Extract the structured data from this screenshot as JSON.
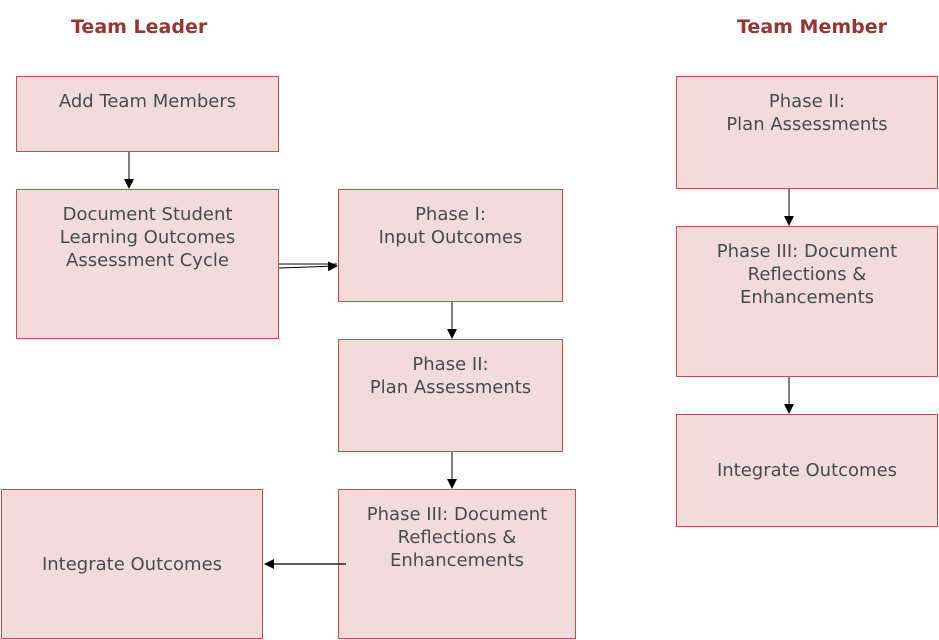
{
  "leader": {
    "heading": "Team Leader",
    "add_members": "Add Team Members",
    "document_cycle": [
      "Document Student",
      "Learning Outcomes",
      "Assessment Cycle"
    ],
    "phase1": [
      "Phase I:",
      "Input Outcomes"
    ],
    "phase2": [
      "Phase II:",
      "Plan Assessments"
    ],
    "phase3": [
      "Phase III: Document",
      "Reflections &",
      "Enhancements"
    ],
    "integrate": "Integrate Outcomes"
  },
  "member": {
    "heading": "Team Member",
    "phase2": [
      "Phase II:",
      "Plan Assessments"
    ],
    "phase3": [
      "Phase III: Document",
      "Reflections &",
      "Enhancements"
    ],
    "integrate": "Integrate Outcomes"
  },
  "colors": {
    "box_fill": "#f2dcdb",
    "box_border": "#c0504d",
    "heading": "#943634"
  }
}
